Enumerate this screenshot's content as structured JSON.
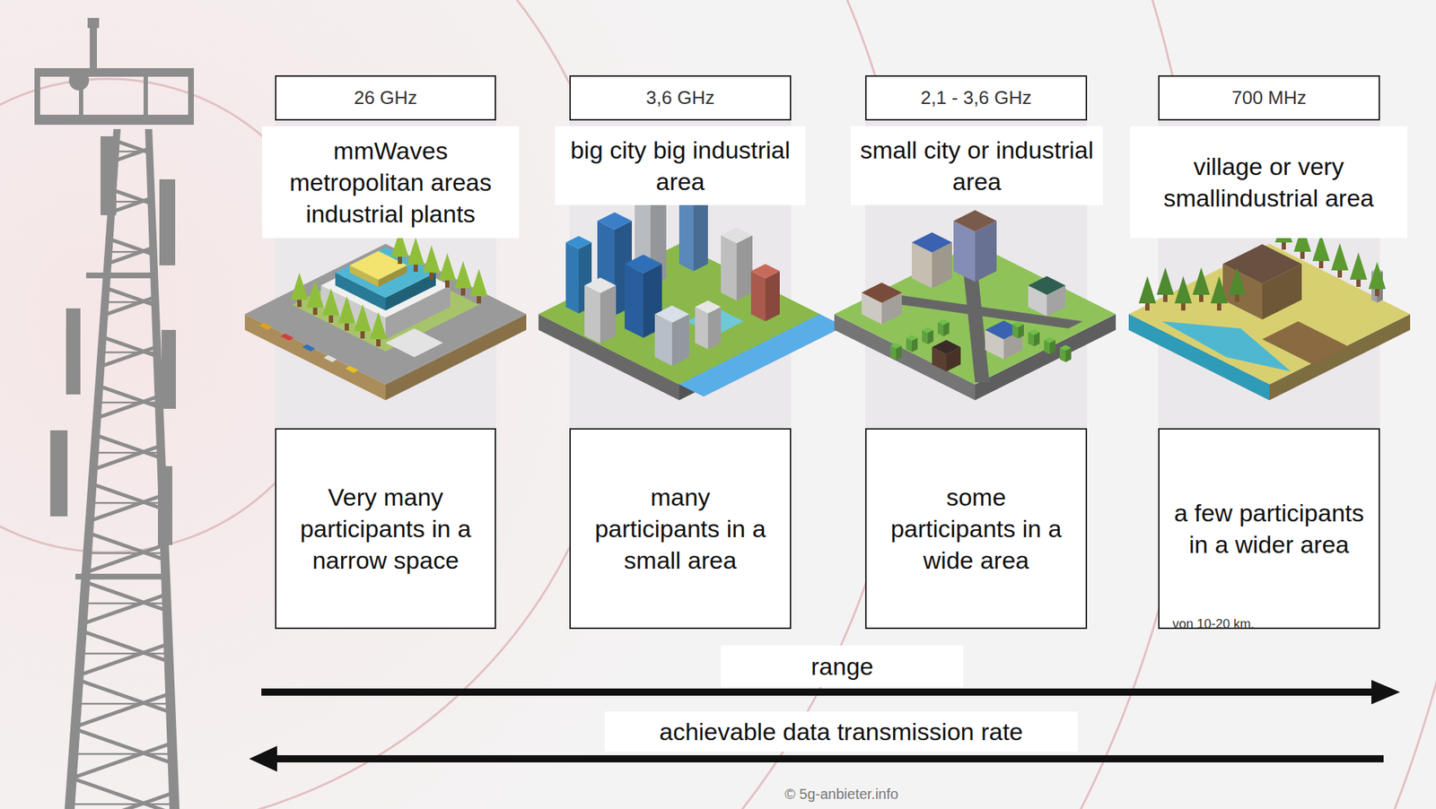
{
  "diagram": {
    "nodes": [
      {
        "text": [
          "26 GHz"
        ]
      },
      {
        "text": [
          "3,6 GHz"
        ]
      },
      {
        "text": [
          "2,1 - 3,6 GHz"
        ]
      },
      {
        "text": [
          "700 MHz"
        ]
      },
      {
        "text": [
          "mmWaves metropolitan areas industrial plants"
        ]
      },
      {
        "text": [
          "big city big industrial area"
        ]
      },
      {
        "text": [
          "small city or industrial area"
        ]
      },
      {
        "text": [
          "village or very smallindustrial area"
        ]
      },
      {
        "text": [
          "Very many participants in a narrow space"
        ]
      },
      {
        "text": [
          "many participants in a small area"
        ]
      },
      {
        "text": [
          "some participants in a wide area"
        ]
      },
      {
        "text": [
          "a few participants in a wider area"
        ]
      },
      {
        "text": [
          "range"
        ]
      },
      {
        "text": [
          "achievable data transmission rate"
        ]
      }
    ],
    "labels": [
      "von 10-20 km.",
      "© 5g-anbieter.info"
    ]
  }
}
